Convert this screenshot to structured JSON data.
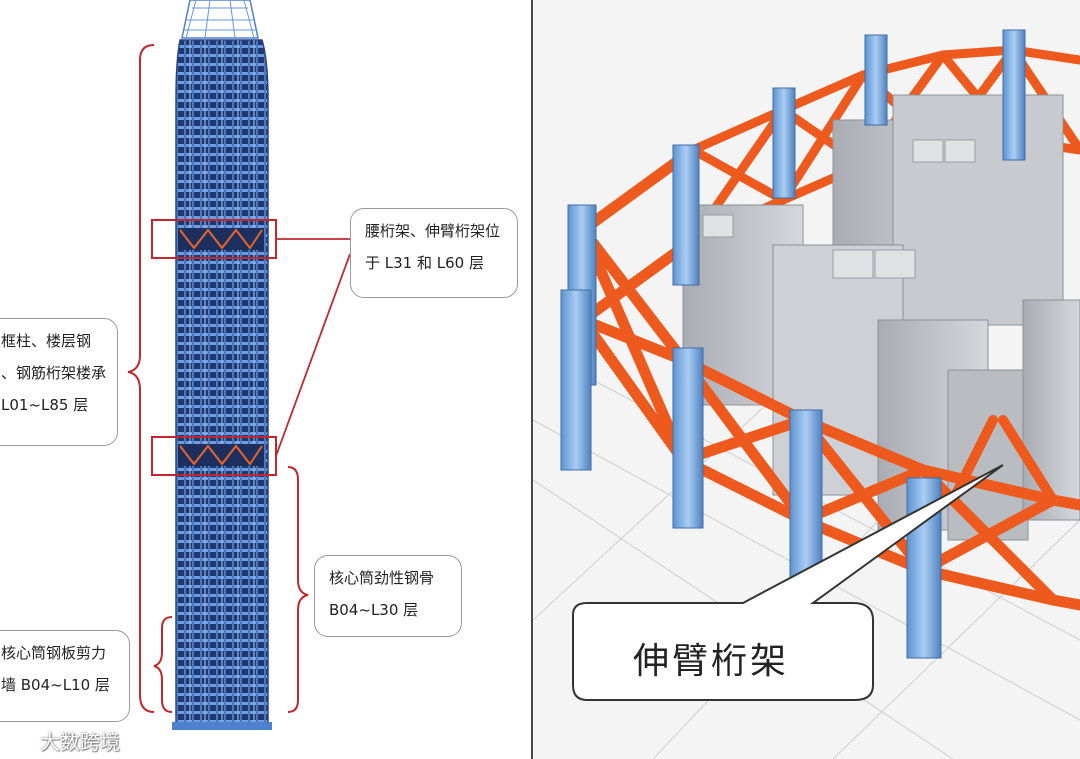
{
  "callouts": {
    "truss_position": {
      "line1": "腰桁架、伸臂桁架位",
      "line2": "于 L31 和 L60 层"
    },
    "frame_columns": {
      "line1": "框柱、楼层钢",
      "line2": "、钢筋桁架楼承",
      "line3": "L01~L85 层"
    },
    "core_steel": {
      "line1": "核心筒劲性钢骨",
      "line2": "B04~L30 层"
    },
    "shear_wall": {
      "line1": "核心筒钢板剪力",
      "line2": "墙 B04~L10 层"
    }
  },
  "right_label": "伸臂桁架",
  "watermark": "大数跨境",
  "colors": {
    "bracket": "#c0282d",
    "tower": "#2c4a8a",
    "truss": "#ee5a1e",
    "column": "#7fb2e6",
    "core": "#bfc3c9"
  }
}
